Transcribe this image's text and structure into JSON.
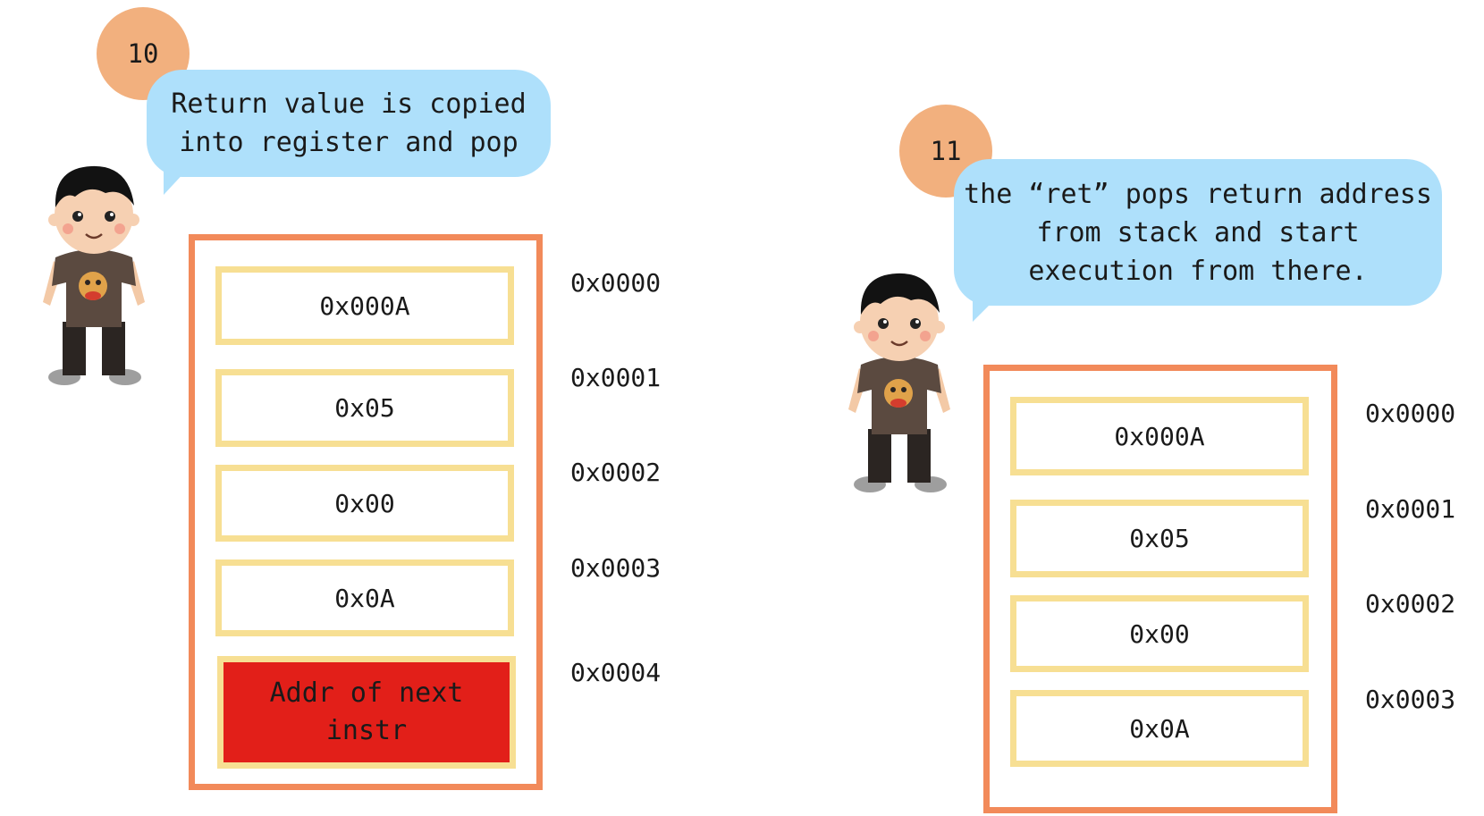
{
  "panels": [
    {
      "step": "10",
      "bubble": "Return value is copied\ninto register and pop",
      "cells": [
        "0x000A",
        "0x05",
        "0x00",
        "0x0A"
      ],
      "highlight_cell": "Addr of next\ninstr",
      "addresses": [
        "0x0000",
        "0x0001",
        "0x0002",
        "0x0003",
        "0x0004"
      ]
    },
    {
      "step": "11",
      "bubble": "the “ret” pops return address\nfrom stack and start\nexecution from there.",
      "cells": [
        "0x000A",
        "0x05",
        "0x00",
        "0x0A"
      ],
      "addresses": [
        "0x0000",
        "0x0001",
        "0x0002",
        "0x0003"
      ]
    }
  ],
  "colors": {
    "step_circle": "#f2b07e",
    "speech_bubble": "#aee0fb",
    "stack_frame": "#f28a5a",
    "cell_border": "#f7df93",
    "highlight_fill": "#e21f19"
  }
}
